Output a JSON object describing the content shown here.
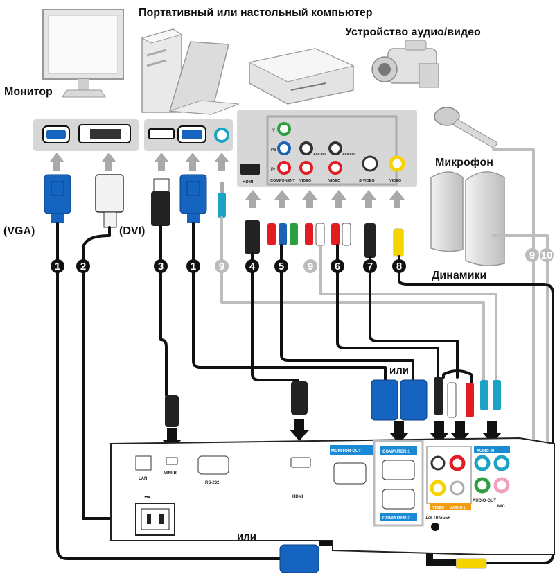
{
  "labels": {
    "computer": "Портативный или настольный компьютер",
    "av_device": "Устройство аудио/видео",
    "monitor": "Монитор",
    "microphone": "Микрофон",
    "speakers": "Динамики",
    "vga": "(VGA)",
    "dvi": "(DVI)",
    "or_top": "или",
    "or_bottom": "или"
  },
  "cable_numbers": [
    "1",
    "2",
    "3",
    "1",
    "9",
    "4",
    "5",
    "9",
    "6",
    "7",
    "8",
    "9",
    "10"
  ],
  "av_ports": {
    "hdmi": "HDMI",
    "component": "COMPONENT",
    "video1": "VIDEO",
    "video2": "VIDEO",
    "svideo": "S-VIDEO",
    "video3": "VIDEO",
    "audio1": "AUDIO",
    "audio2": "AUDIO",
    "y": "Y",
    "pb": "Pb",
    "pr": "Pr"
  },
  "projector_ports": {
    "lan": "LAN",
    "mini_b": "MINI-B",
    "rs232": "RS-232",
    "hdmi": "HDMI",
    "monitor_out": "MONITOR-OUT",
    "computer1": "COMPUTER-1",
    "computer2": "COMPUTER-2",
    "video": "VIDEO",
    "audio_l": "AUDIO L",
    "audio_in": "AUDIO-IN",
    "audio_out": "AUDIO-OUT",
    "mic": "MIC",
    "trigger": "12V TRIGGER",
    "power": "~"
  },
  "colors": {
    "cable_black": "#111111",
    "cable_gray": "#bdbdbd",
    "vga_blue": "#1565c0",
    "port_cyan": "#1aa3c4",
    "rca_red": "#e31b23",
    "rca_green": "#2e9e3f",
    "rca_blue": "#1b62b5",
    "rca_yellow": "#f5d400",
    "mic_pink": "#f2a0c0"
  },
  "icons": [
    "monitor-icon",
    "desktop-pc-icon",
    "laptop-icon",
    "av-player-icon",
    "camcorder-icon",
    "microphone-icon",
    "speakers-icon",
    "arrow-up-icon",
    "arrow-down-icon",
    "power-socket-icon"
  ]
}
